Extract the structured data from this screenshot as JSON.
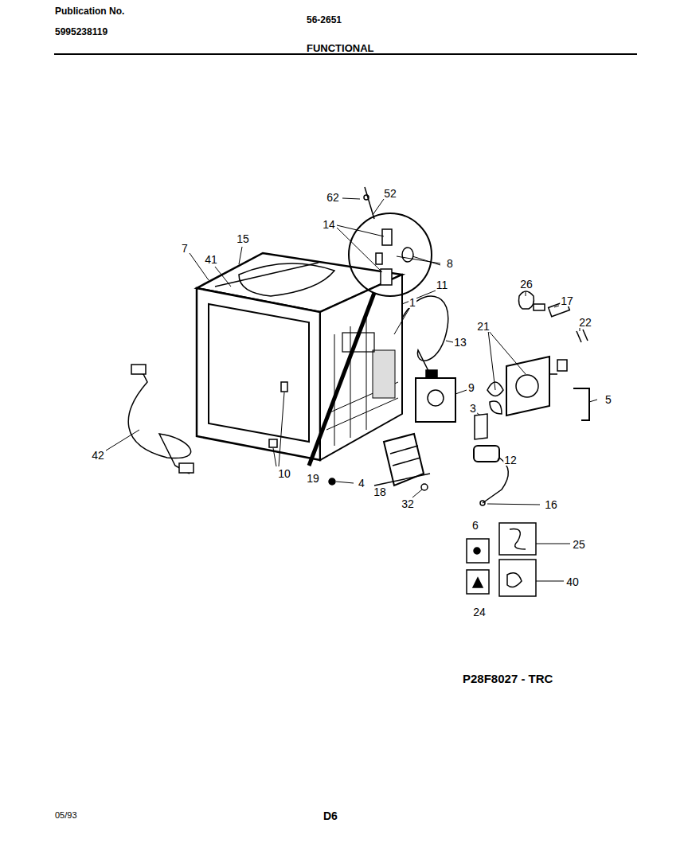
{
  "diagram": {
    "title": "FUNCTIONAL",
    "labels": [
      "Publication No.",
      "5995238119",
      "56-2651",
      "62",
      "52",
      "14",
      "15",
      "7",
      "41",
      "8",
      "11",
      "1",
      "26",
      "17",
      "21",
      "13",
      "22",
      "9",
      "5",
      "3",
      "12",
      "42",
      "10",
      "19",
      "4",
      "18",
      "32",
      "16",
      "6",
      "25",
      "40",
      "24",
      "P28F8027 - TRC",
      "05/93",
      "D6"
    ]
  }
}
